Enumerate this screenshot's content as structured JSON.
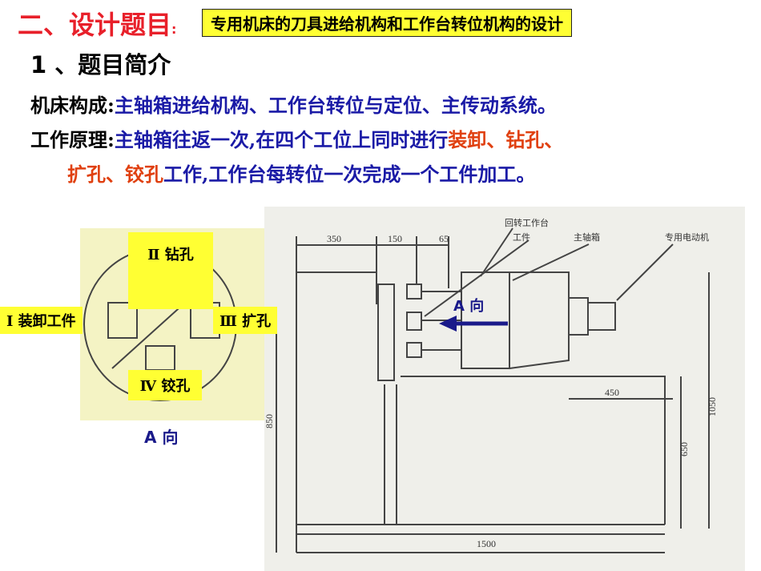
{
  "header": {
    "title": "二、设计题目",
    "colon": ":",
    "topic": "专用机床的刀具进给机构和工作台转位机构的设计"
  },
  "section": {
    "heading": "1 、题目简介"
  },
  "composition": {
    "label": "机床构成:",
    "text": "主轴箱进给机构、工作台转位与定位、主传动系统。"
  },
  "principle": {
    "label": "工作原理:",
    "text_a": "主轴箱往返一次,在四个工位上同时进行",
    "highlight_a": "装卸、钻孔、",
    "highlight_b": "扩孔、铰孔",
    "text_b": "工作,工作台每转位一次完成一个工件加工。"
  },
  "stations": {
    "s1": "Ⅰ  装卸工件",
    "s2": "Ⅱ  钻孔",
    "s3": "Ⅲ  扩孔",
    "s4": "Ⅳ  铰孔"
  },
  "direction_labels": {
    "top": "A 向",
    "bottom": "A 向"
  },
  "drawing": {
    "dims": {
      "d350": "350",
      "d150": "150",
      "d65": "65",
      "d450": "450",
      "d1050": "1050",
      "d850": "850",
      "d650": "650",
      "d1500": "1500"
    },
    "callouts": {
      "rotary_table": "回转工作台",
      "workpiece": "工件",
      "spindle_box": "主轴箱",
      "motor": "专用电动机"
    }
  },
  "colors": {
    "title_red": "#e8202a",
    "highlight_yellow": "#ffff33",
    "text_blue": "#1a1aa6",
    "accent_red": "#e04010",
    "arrow_blue": "#1a1a8a"
  }
}
